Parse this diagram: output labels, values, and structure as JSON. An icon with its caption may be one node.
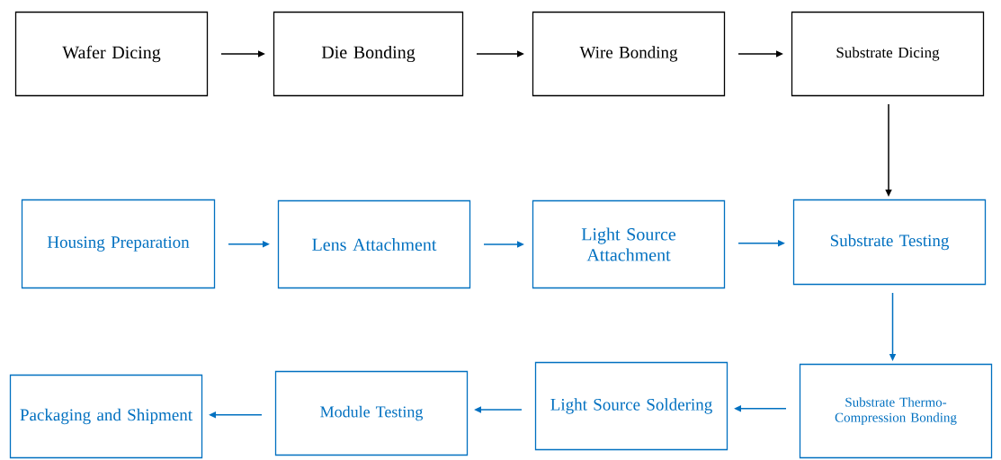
{
  "diagram": {
    "nodes": [
      {
        "text": [
          "Wafer Dicing"
        ]
      },
      {
        "text": [
          "Die Bonding"
        ]
      },
      {
        "text": [
          "Wire Bonding"
        ]
      },
      {
        "text": [
          "Substrate Dicing"
        ]
      },
      {
        "text": [
          "Housing Preparation"
        ]
      },
      {
        "text": [
          "Lens Attachment"
        ]
      },
      {
        "text": [
          "Light Source Attachment"
        ]
      },
      {
        "text": [
          "Substrate Testing"
        ]
      },
      {
        "text": [
          "Packaging and Shipment"
        ]
      },
      {
        "text": [
          "Module Testing"
        ]
      },
      {
        "text": [
          "Light Source Soldering"
        ]
      },
      {
        "text": [
          "Substrate Thermo-Compression Bonding"
        ]
      }
    ],
    "edges": [
      {
        "from": 0,
        "to": 1,
        "arrow": "to",
        "color": "#000000"
      },
      {
        "from": 1,
        "to": 2,
        "arrow": "to",
        "color": "#000000"
      },
      {
        "from": 2,
        "to": 3,
        "arrow": "to",
        "color": "#000000"
      },
      {
        "from": 3,
        "to": 7,
        "arrow": "to",
        "color": "#000000"
      },
      {
        "from": 4,
        "to": 5,
        "arrow": "to"
      },
      {
        "from": 5,
        "to": 6,
        "arrow": "to"
      },
      {
        "from": 6,
        "to": 7,
        "arrow": "to"
      },
      {
        "from": 7,
        "to": 11,
        "arrow": "to"
      },
      {
        "from": 11,
        "to": 10,
        "arrow": "to"
      },
      {
        "from": 10,
        "to": 9,
        "arrow": "to"
      },
      {
        "from": 9,
        "to": 8,
        "arrow": "to"
      }
    ]
  }
}
